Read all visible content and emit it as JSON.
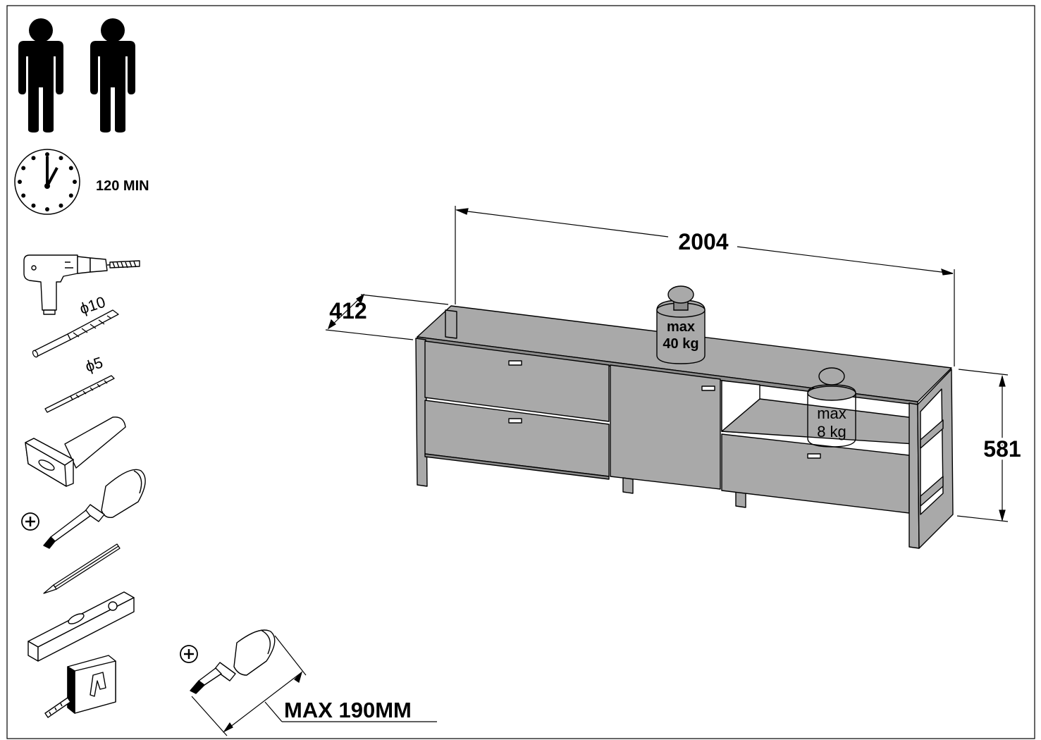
{
  "time": {
    "label": "120 MIN"
  },
  "tools": {
    "bit_large": "ϕ10",
    "bit_small": "ϕ5",
    "phillips_symbol": "+",
    "max_length": "MAX 190MM"
  },
  "dimensions": {
    "width": "2004",
    "depth": "412",
    "height": "581"
  },
  "loads": {
    "top_line1": "max",
    "top_line2": "40 kg",
    "shelf_line1": "max",
    "shelf_line2": "8 kg"
  },
  "colors": {
    "line": "#000000",
    "panel": "#a9a9a9",
    "panel_dark": "#8c8c8c",
    "background": "#ffffff"
  }
}
